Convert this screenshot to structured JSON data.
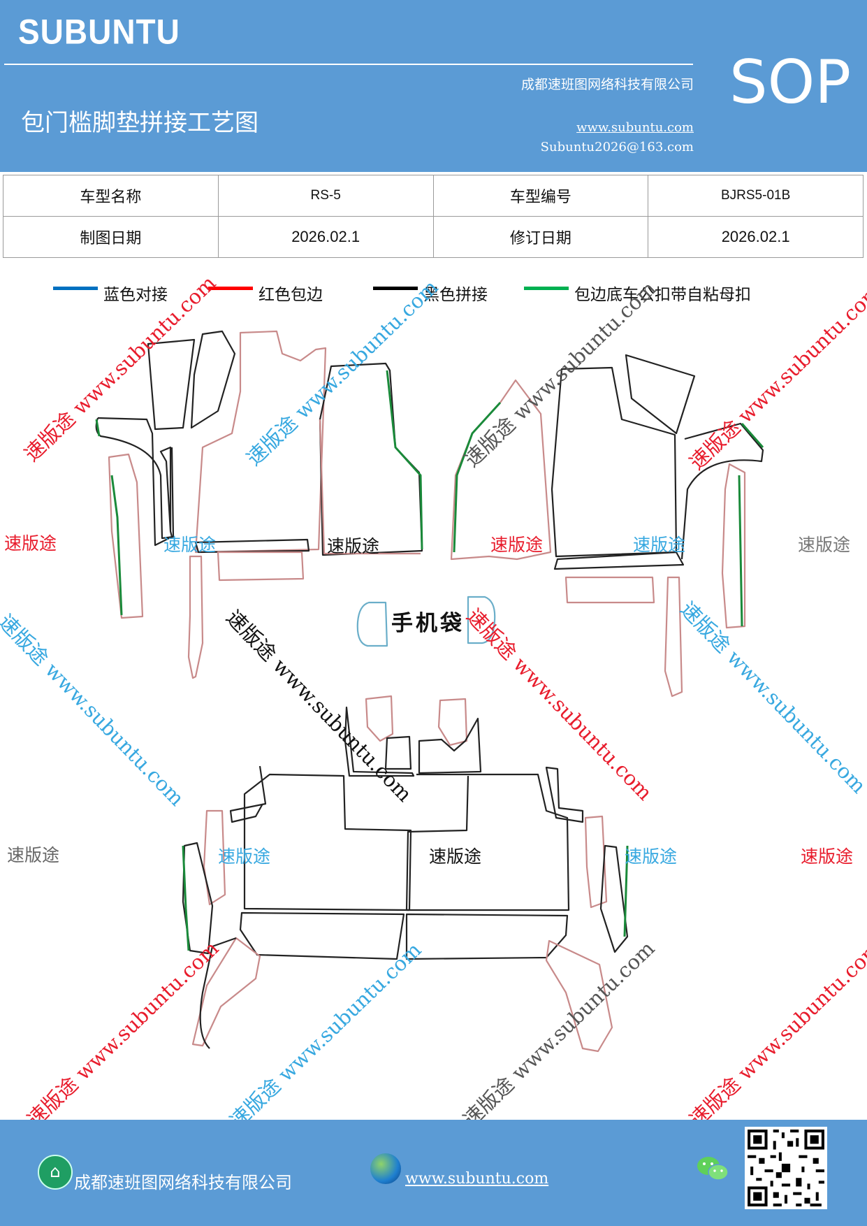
{
  "header": {
    "brand": "SUBUNTU",
    "company": "成都速班图网络科技有限公司",
    "title": "包门槛脚垫拼接工艺图",
    "website": "www.subuntu.com",
    "email": "Subuntu2026@163.com",
    "doc_type": "SOP"
  },
  "info_table": {
    "model_name_label": "车型名称",
    "model_name_value": "RS-5",
    "model_code_label": "车型编号",
    "model_code_value": "BJRS5-01B",
    "draw_date_label": "制图日期",
    "draw_date_value": "2026.02.1",
    "revise_date_label": "修订日期",
    "revise_date_value": "2026.02.1"
  },
  "legend": [
    {
      "label": "蓝色对接",
      "color": "#0070c0"
    },
    {
      "label": "红色包边",
      "color": "#ff0000"
    },
    {
      "label": "黑色拼接",
      "color": "#000000"
    },
    {
      "label": "包边底车公扣带自粘母扣",
      "color": "#00b050"
    }
  ],
  "diagram": {
    "phone_pocket_label": "手机袋",
    "watermark_short": "速版途",
    "watermark_long": "速版途 www.subuntu.com",
    "outline_red": "#c88a8a",
    "outline_black": "#222222",
    "outline_green": "#1a8a3a",
    "outline_blue": "#6aaec9"
  },
  "footer": {
    "company": "成都速班图网络科技有限公司",
    "website": "www.subuntu.com ",
    "icons": [
      "building-icon",
      "globe-icon",
      "wechat-icon",
      "qr-code"
    ]
  }
}
